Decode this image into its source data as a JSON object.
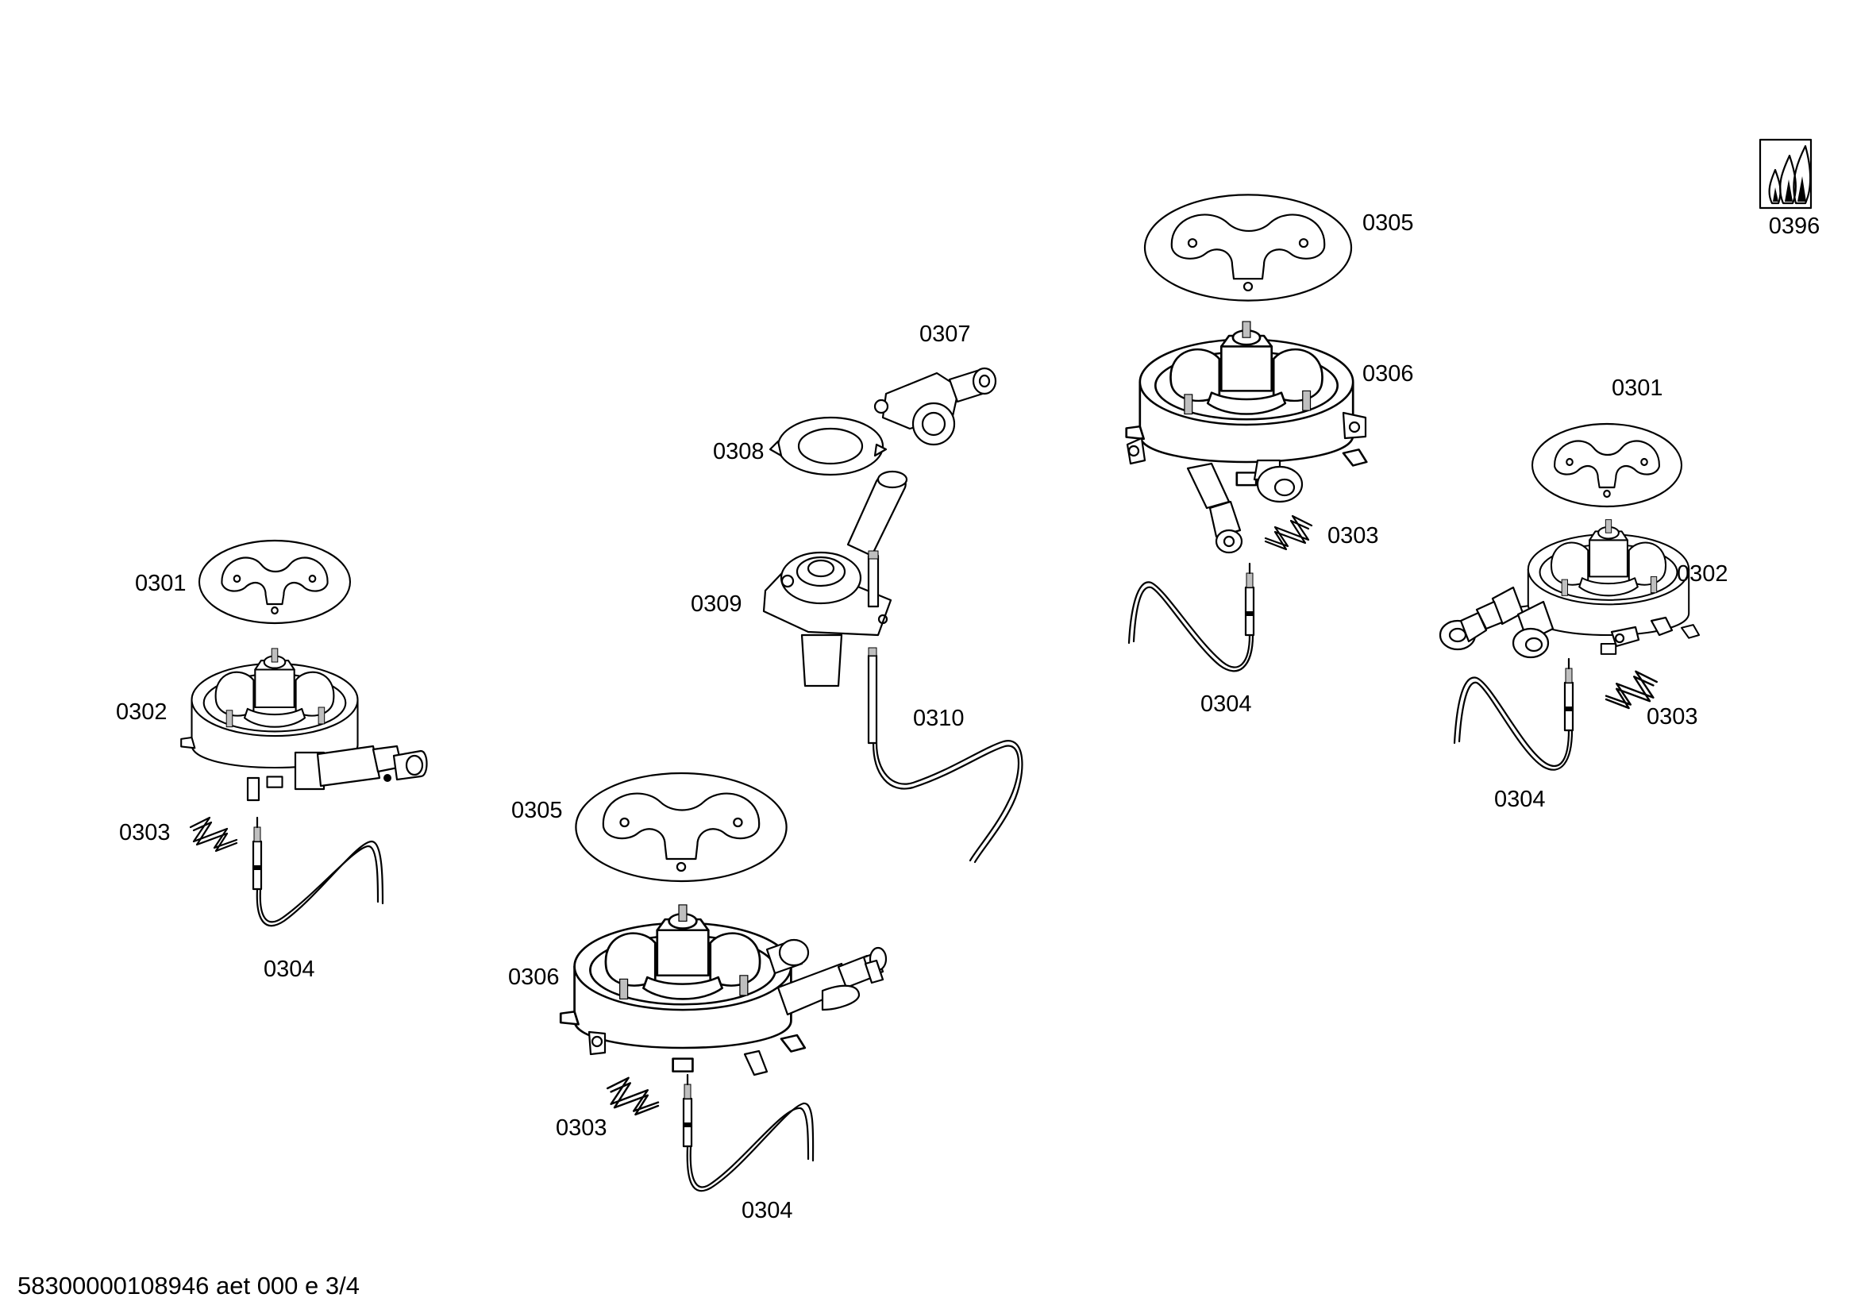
{
  "labels": {
    "p0396": "0396",
    "g1_0301": "0301",
    "g1_0302": "0302",
    "g1_0303": "0303",
    "g1_0304": "0304",
    "g2_0307": "0307",
    "g2_0308": "0308",
    "g2_0309": "0309",
    "g2_0310": "0310",
    "g3_0305": "0305",
    "g3_0306": "0306",
    "g3_0303": "0303",
    "g3_0304": "0304",
    "g4_0305": "0305",
    "g4_0306": "0306",
    "g4_0303": "0303",
    "g4_0304": "0304",
    "g5_0301": "0301",
    "g5_0302": "0302",
    "g5_0303": "0303",
    "g5_0304": "0304"
  },
  "footer": {
    "document_id": "58300000108946 aet 000 e 3/4"
  }
}
